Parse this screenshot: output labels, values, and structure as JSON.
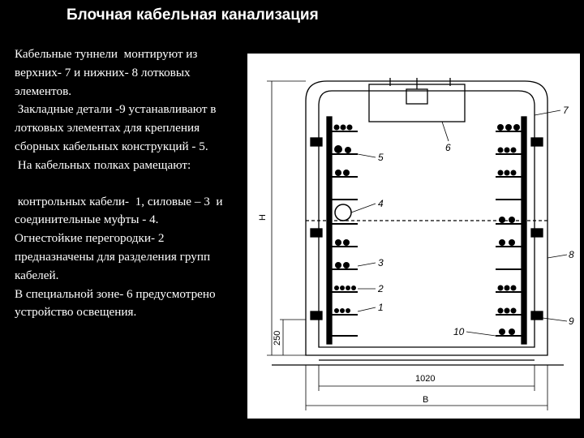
{
  "slide": {
    "title": "Блочная кабельная канализация",
    "paragraphs": [
      "Кабельные туннели  монтируют из верхних- 7 и нижних- 8 лотковых элементов.",
      " Закладные детали -9 устанавливают в лотковых элементах для крепления сборных кабельных конструкций - 5.",
      " На кабельных полках рамещают:",
      " контрольных кабели-  1, силовые – 3  и соединительные муфты - 4.",
      "Огнестойкие перегородки- 2 предназначены для разделения групп кабелей.",
      "В специальной зоне- 6 предусмотрено устройство освещения."
    ]
  },
  "drawing": {
    "callouts": {
      "n1": "1",
      "n2": "2",
      "n3": "3",
      "n4": "4",
      "n5": "5",
      "n6": "6",
      "n7": "7",
      "n8": "8",
      "n9": "9",
      "n10": "10"
    },
    "dimensions": {
      "height": "H",
      "bottom_zone": "250",
      "inner_width": "1020",
      "outer_width": "B"
    }
  }
}
